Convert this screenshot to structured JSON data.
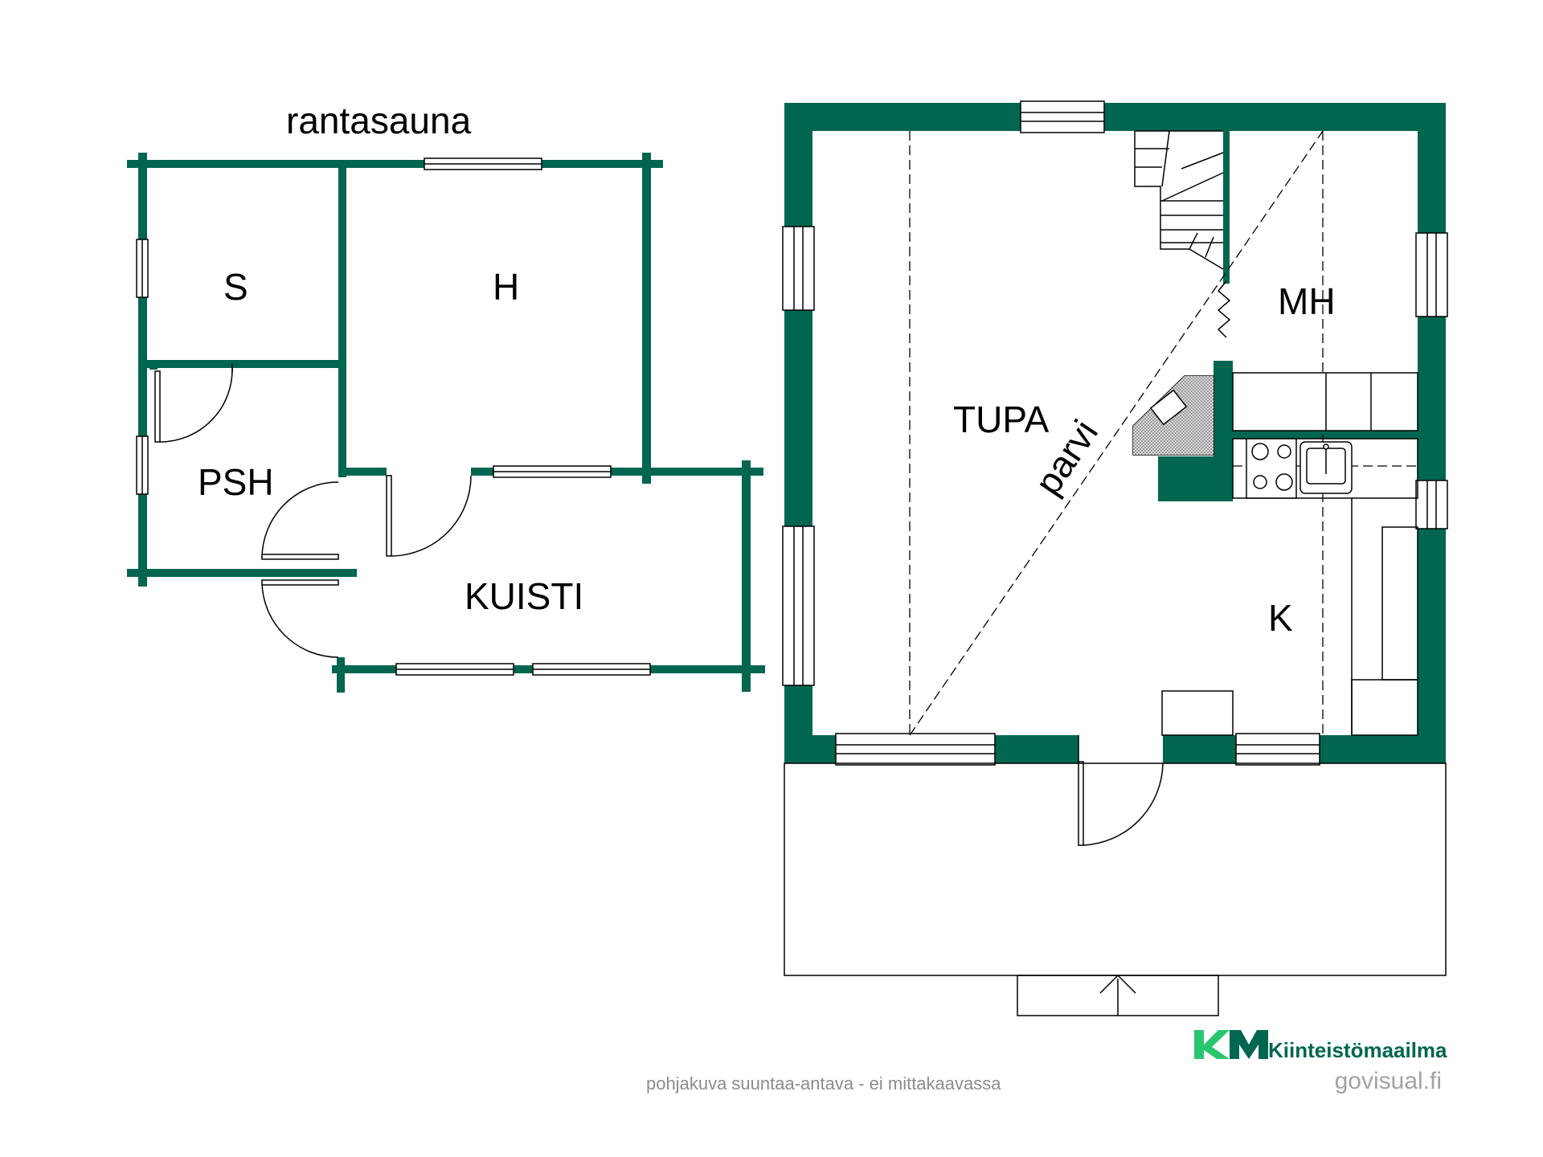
{
  "colors": {
    "wall": "#006650",
    "line": "#000000",
    "logo_dark": "#006650",
    "logo_light": "#28c76f",
    "footer_text": "#8c8c8c",
    "brand_text": "#006650"
  },
  "sauna": {
    "title": "rantasauna",
    "rooms": {
      "s": "S",
      "h": "H",
      "psh": "PSH",
      "kuisti": "KUISTI"
    }
  },
  "house": {
    "rooms": {
      "tupa": "TUPA",
      "mh": "MH",
      "k": "K",
      "loft": "parvi"
    }
  },
  "brand": {
    "logo_icon": "km-logo-icon",
    "name": "Kiinteistömaailma",
    "credit": "govisual.fi"
  },
  "footer": {
    "disclaimer": "pohjakuva suuntaa-antava - ei mittakaavassa"
  }
}
